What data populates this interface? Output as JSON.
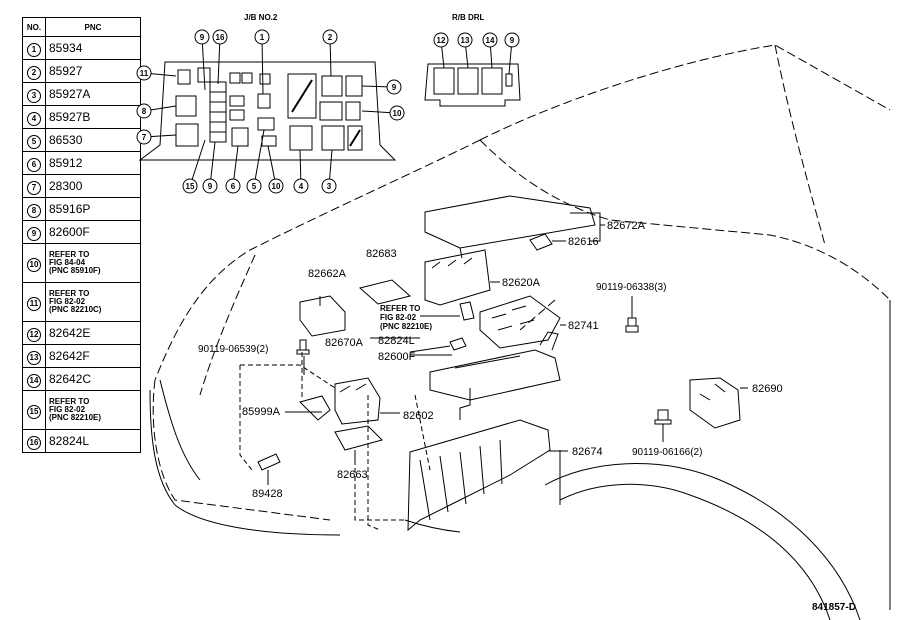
{
  "legend": {
    "header_no": "NO.",
    "header_pnc": "PNC",
    "rows": [
      {
        "no": "1",
        "lines": [
          "85934"
        ]
      },
      {
        "no": "2",
        "lines": [
          "85927"
        ]
      },
      {
        "no": "3",
        "lines": [
          "85927A"
        ]
      },
      {
        "no": "4",
        "lines": [
          "85927B"
        ]
      },
      {
        "no": "5",
        "lines": [
          "86530"
        ]
      },
      {
        "no": "6",
        "lines": [
          "85912"
        ]
      },
      {
        "no": "7",
        "lines": [
          "28300"
        ]
      },
      {
        "no": "8",
        "lines": [
          "85916P"
        ]
      },
      {
        "no": "9",
        "lines": [
          "82600F"
        ]
      },
      {
        "no": "10",
        "lines": [
          "REFER TO",
          "FIG 84-04",
          "(PNC 85910F)"
        ]
      },
      {
        "no": "11",
        "lines": [
          "REFER TO",
          "FIG 82-02",
          "(PNC 82210C)"
        ]
      },
      {
        "no": "12",
        "lines": [
          "82642E"
        ]
      },
      {
        "no": "13",
        "lines": [
          "82642F"
        ]
      },
      {
        "no": "14",
        "lines": [
          "82642C"
        ]
      },
      {
        "no": "15",
        "lines": [
          "REFER TO",
          "FIG 82-02",
          "(PNC 82210E)"
        ]
      },
      {
        "no": "16",
        "lines": [
          "82824L"
        ]
      }
    ]
  },
  "jb": {
    "title": "J/B NO.2",
    "callouts_top": [
      "9",
      "16",
      "1",
      "2"
    ],
    "callouts_left": [
      "11",
      "8",
      "7"
    ],
    "callouts_right": [
      "9",
      "10"
    ],
    "callouts_bottom": [
      "15",
      "9",
      "6",
      "5",
      "10",
      "4",
      "3"
    ]
  },
  "rb": {
    "title": "R/B DRL",
    "callouts": [
      "12",
      "13",
      "14",
      "9"
    ]
  },
  "parts": {
    "p82672A": "82672A",
    "p82616": "82616",
    "p82683": "82683",
    "p82620A": "82620A",
    "p82662A": "82662A",
    "p90119_06338": "90119-06338(3)",
    "refer_line1": "REFER TO",
    "refer_line2": "FIG 82-02",
    "refer_line3": "(PNC 82210E)",
    "p82741": "82741",
    "p82670A": "82670A",
    "p82824L": "82824L",
    "p90119_06539": "90119-06539(2)",
    "p82600F": "82600F",
    "p82690": "82690",
    "p85999A": "85999A",
    "p82602": "82602",
    "p82674": "82674",
    "p90119_06166": "90119-06166(2)",
    "p82663": "82663",
    "p89428": "89428",
    "figure_id": "841857-D"
  }
}
